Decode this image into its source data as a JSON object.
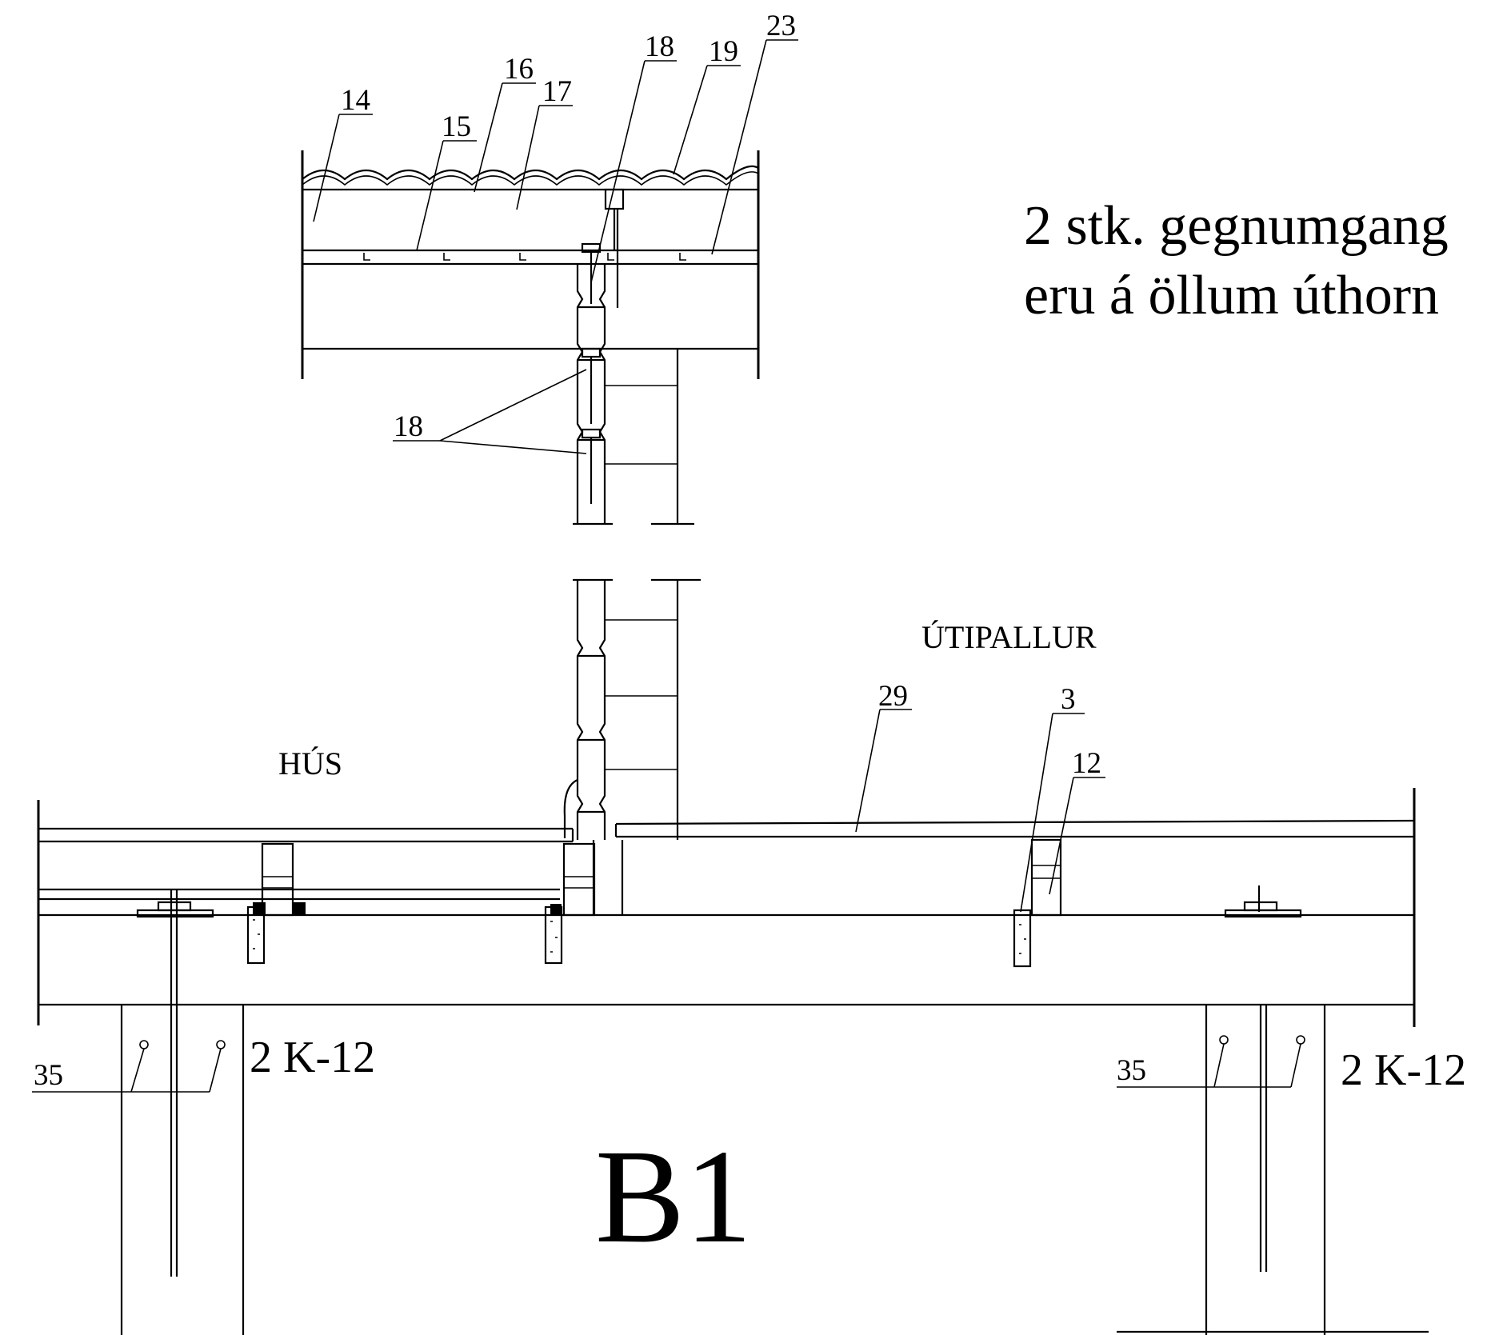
{
  "drawing": {
    "title": "B1",
    "note_lines": [
      "2 stk. gegnumgang",
      "eru á öllum úthorn"
    ],
    "rooms": {
      "left": "HÚS",
      "right": "ÚTIPALLUR"
    },
    "labels": {
      "l14": "14",
      "l15": "15",
      "l16": "16",
      "l17": "17",
      "l18a": "18",
      "l19": "19",
      "l23": "23",
      "l18b": "18",
      "l29": "29",
      "l3": "3",
      "l12": "12",
      "l35a": "35",
      "l35b": "35"
    },
    "rebar": {
      "left": "2 K-12",
      "right": "2 K-12"
    }
  }
}
